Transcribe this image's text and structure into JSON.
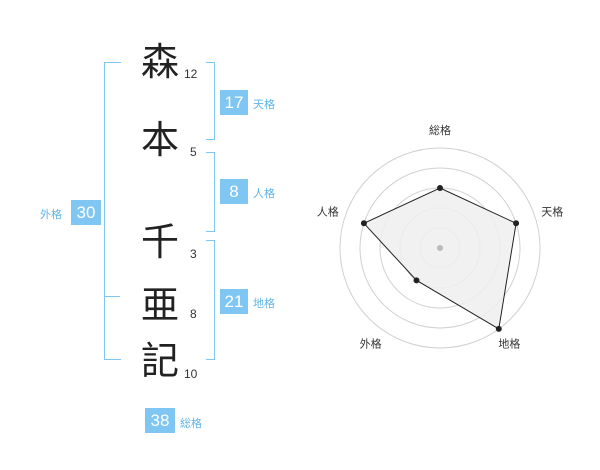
{
  "name_chars": [
    {
      "char": "森",
      "strokes": "12"
    },
    {
      "char": "本",
      "strokes": "5"
    },
    {
      "char": "千",
      "strokes": "3"
    },
    {
      "char": "亜",
      "strokes": "8"
    },
    {
      "char": "記",
      "strokes": "10"
    }
  ],
  "fortunes": {
    "tenkaku": {
      "value": "17",
      "label": "天格"
    },
    "jinkaku": {
      "value": "8",
      "label": "人格"
    },
    "chikaku": {
      "value": "21",
      "label": "地格"
    },
    "gaikaku": {
      "value": "30",
      "label": "外格"
    },
    "soukaku": {
      "value": "38",
      "label": "総格"
    }
  },
  "chart_data": {
    "type": "radar",
    "axes": [
      "総格",
      "天格",
      "地格",
      "外格",
      "人格"
    ],
    "values": [
      3,
      4,
      5,
      2,
      4
    ],
    "max": 5,
    "rings": 5
  },
  "colors": {
    "accent": "#7fc6f2",
    "accent_text": "#5fb4e6",
    "polygon_fill": "#eeeeee",
    "polygon_stroke": "#222222"
  }
}
